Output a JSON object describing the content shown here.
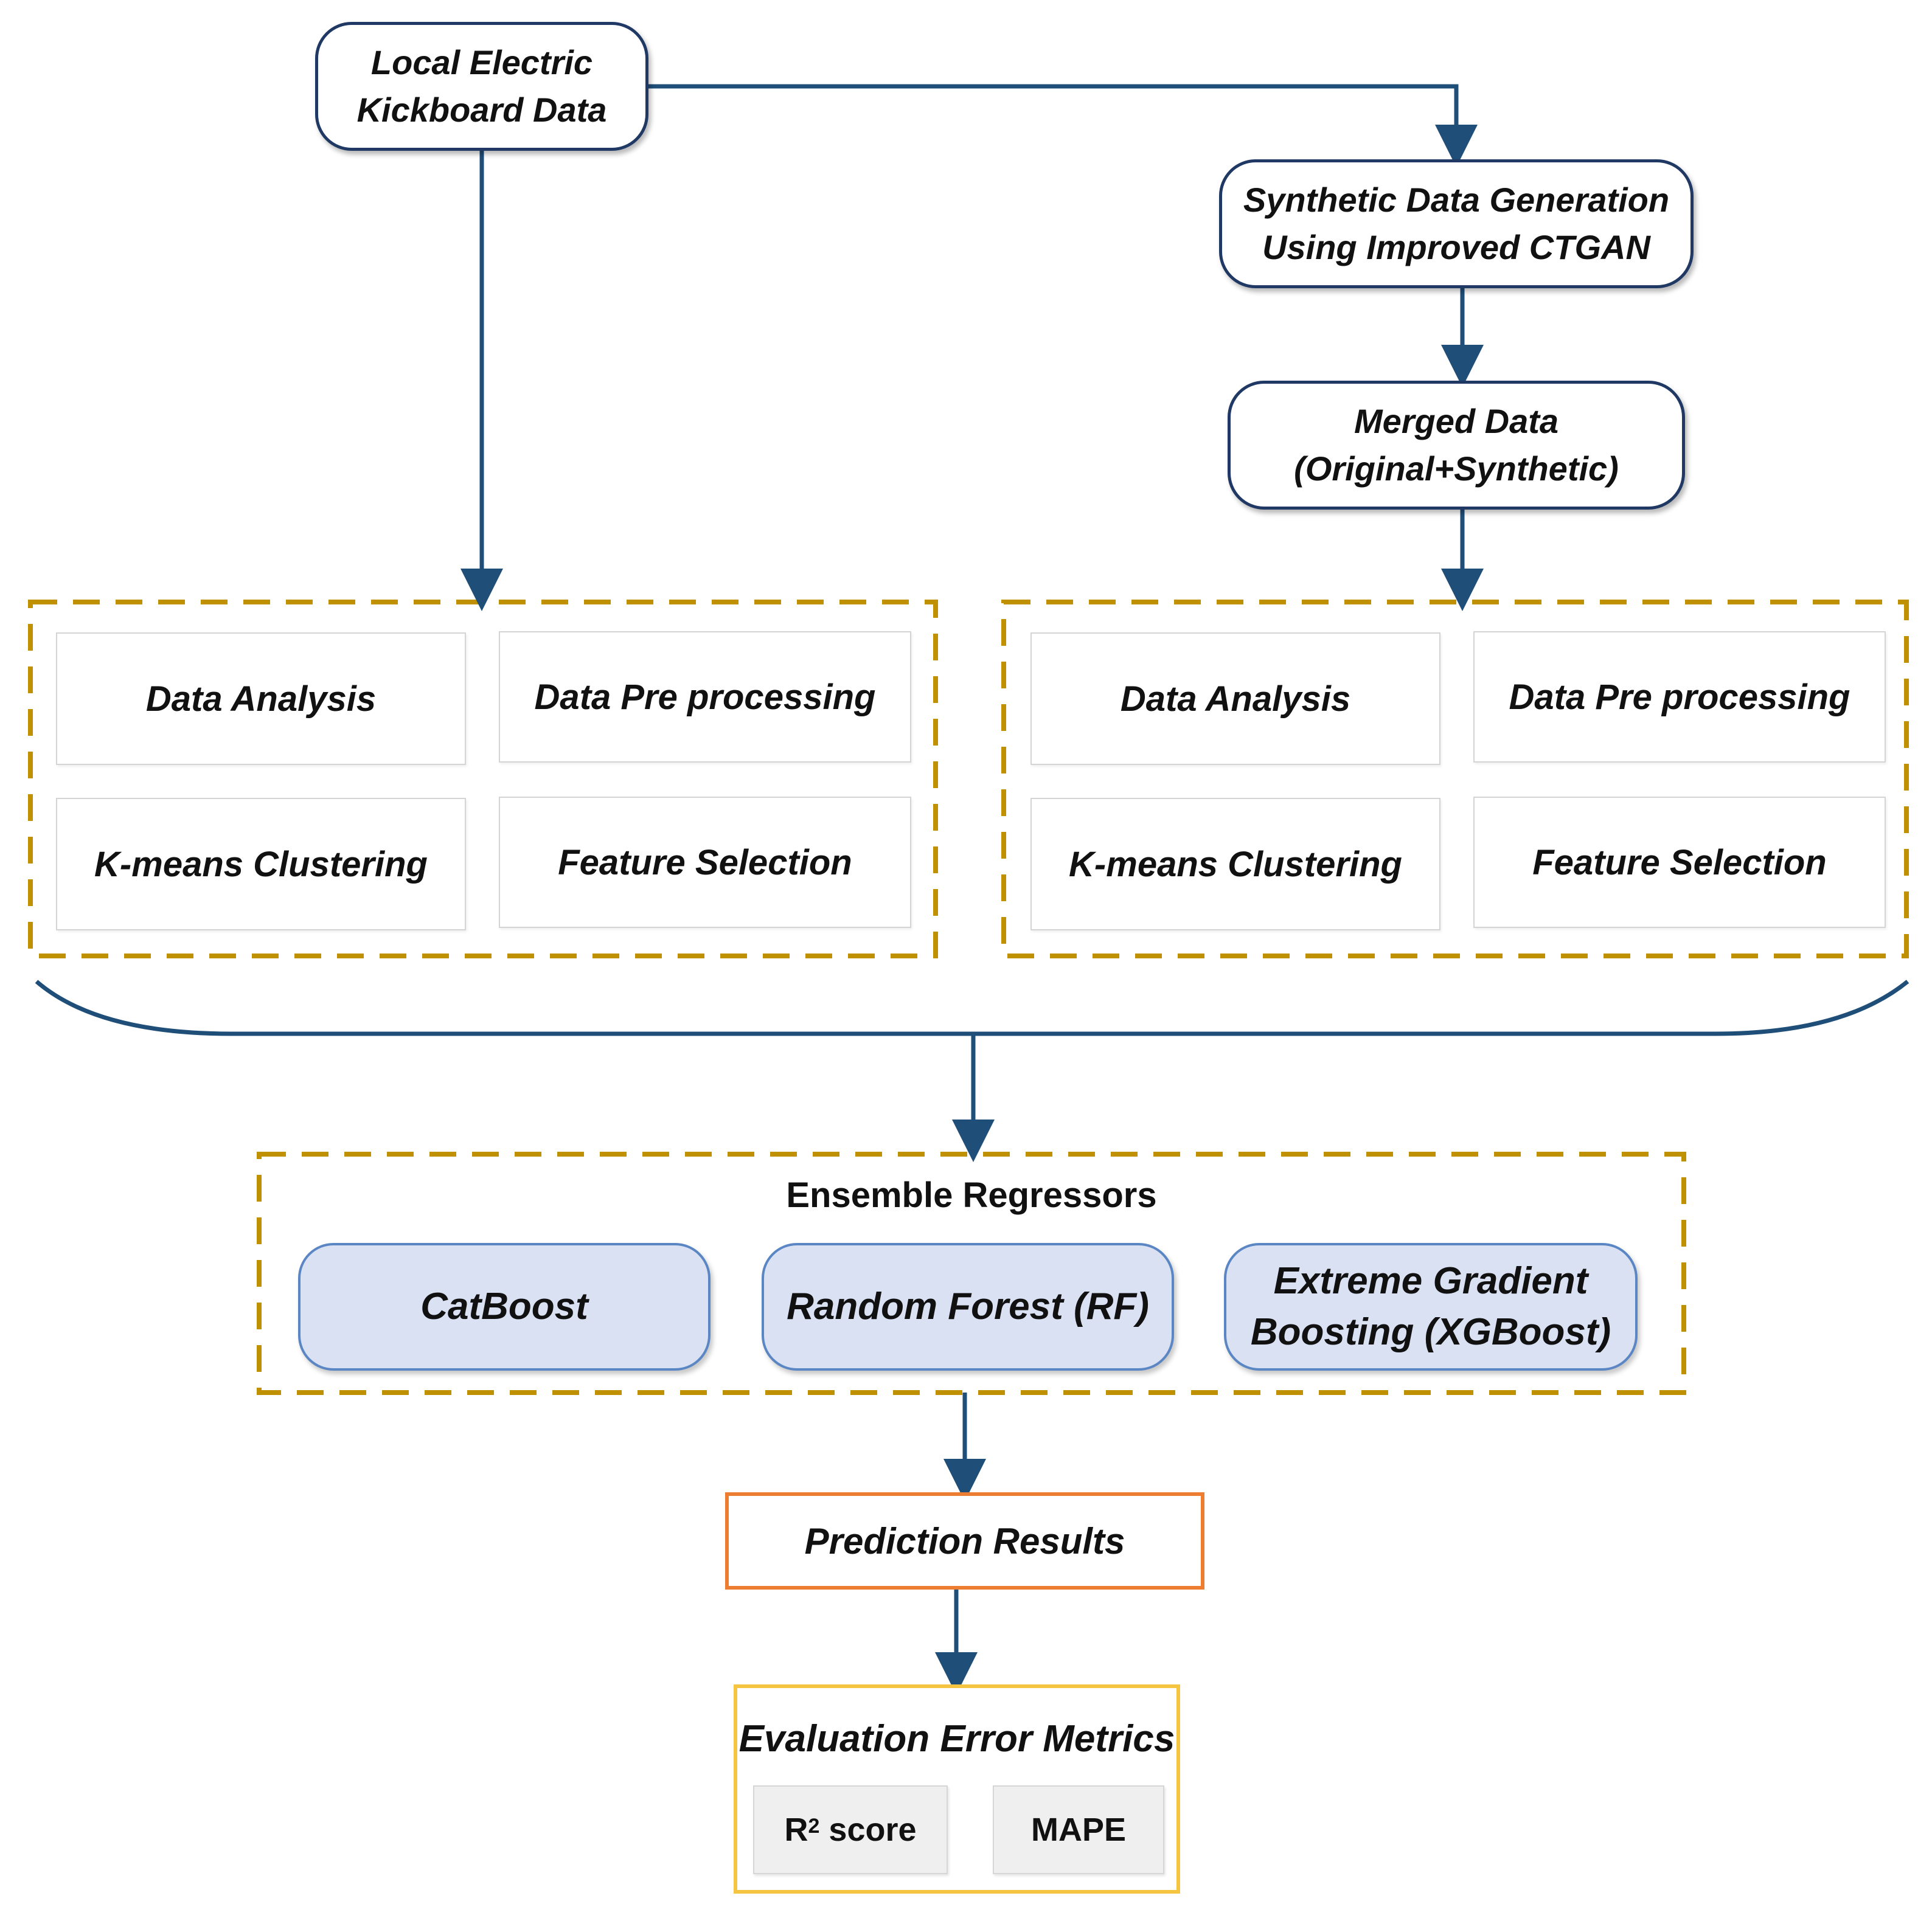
{
  "colors": {
    "connector": "#1f4e79",
    "dashed_border": "#bf9000",
    "pill_border": "#1f3864",
    "model_fill": "#d9e1f3",
    "model_border": "#5b86c4",
    "prediction_border": "#ed7d31",
    "evaluation_border": "#f5c542"
  },
  "source": {
    "line1": "Local Electric",
    "line2": "Kickboard Data"
  },
  "synthetic": {
    "line1": "Synthetic Data Generation",
    "line2": "Using Improved CTGAN"
  },
  "merged": {
    "line1": "Merged Data",
    "line2": "(Original+Synthetic)"
  },
  "left_pipeline": {
    "data_analysis": "Data Analysis",
    "preprocessing": "Data Pre processing",
    "clustering": "K-means Clustering",
    "feature_selection": "Feature Selection"
  },
  "right_pipeline": {
    "data_analysis": "Data Analysis",
    "preprocessing": "Data Pre processing",
    "clustering": "K-means Clustering",
    "feature_selection": "Feature Selection"
  },
  "ensemble": {
    "title": "Ensemble Regressors",
    "catboost": "CatBoost",
    "random_forest": "Random Forest (RF)",
    "xgboost_line1": "Extreme Gradient",
    "xgboost_line2": "Boosting (XGBoost)"
  },
  "prediction": "Prediction Results",
  "evaluation": {
    "title": "Evaluation Error Metrics",
    "r2_base": "R",
    "r2_sup": "2",
    "r2_rest": " score",
    "mape": "MAPE"
  }
}
